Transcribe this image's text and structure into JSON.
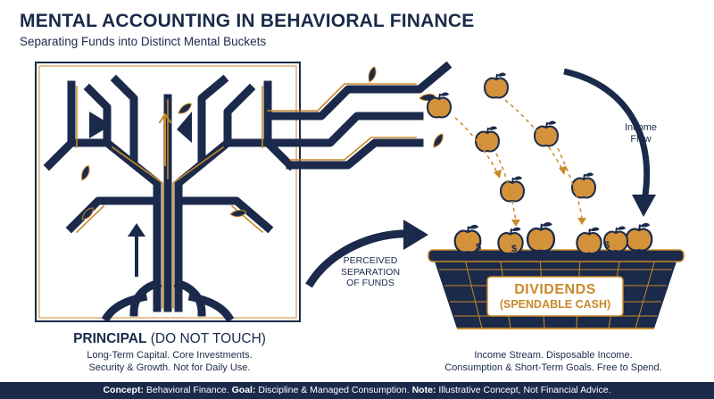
{
  "title": "MENTAL ACCOUNTING IN BEHAVIORAL FINANCE",
  "subtitle": "Separating Funds into Distinct Mental Buckets",
  "principal": {
    "label": "PRINCIPAL",
    "qualifier": "(DO NOT TOUCH)",
    "desc_line1": "Long-Term Capital. Core Investments.",
    "desc_line2": "Security & Growth. Not for Daily Use."
  },
  "separation": {
    "line1": "PERCEIVED",
    "line2": "SEPARATION",
    "line3": "OF FUNDS"
  },
  "income_flow": {
    "line1": "Income",
    "line2": "Flow"
  },
  "dividends": {
    "label": "DIVIDENDS",
    "sublabel": "(SPENDABLE CASH)",
    "desc_line1": "Income Stream. Disposable Income.",
    "desc_line2": "Consumption & Short-Term Goals. Free to Spend.",
    "bag_symbol": "$"
  },
  "footer": {
    "concept_label": "Concept:",
    "concept_value": "Behavioral Finance.",
    "goal_label": "Goal:",
    "goal_value": "Discipline & Managed Consumption.",
    "note_label": "Note:",
    "note_value": "Illustrative Concept, Not Financial Advice."
  },
  "colors": {
    "navy": "#1b2a4a",
    "gold": "#c88a2a",
    "apple": "#d4923a"
  }
}
